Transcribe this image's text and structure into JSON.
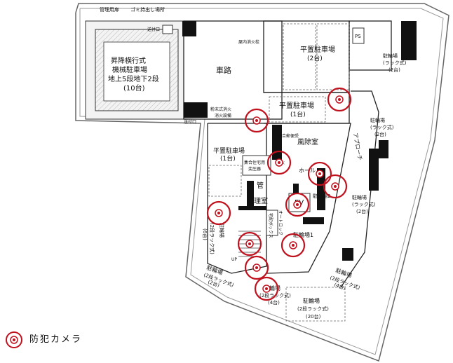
{
  "labels": {
    "kanri_yoko": "管理用扉",
    "gomi": "ゴミ持出し場所",
    "sofu": "送付口",
    "ps": "PS",
    "kikai_1": "昇降横行式",
    "kikai_2": "機械駐車場",
    "kikai_3": "地上5段地下2段",
    "kikai_4": "(10台)",
    "shakoro": "車路",
    "okunai": "屋内消火栓",
    "heichi_1_a": "平置駐車場",
    "heichi_1_b": "(2台)",
    "heichi_2_a": "平置駐車場",
    "heichi_2_b": "(1台)",
    "heichi_3_a": "平置駐車場",
    "heichi_3_b": "(1台)",
    "churin_r1_a": "駐輪場",
    "churin_r1_b": "(ラック式)",
    "churin_r1_c": "(2台)",
    "churin_r2_a": "駐輪場",
    "churin_r2_b": "(ラック式)",
    "churin_r2_c": "(2台)",
    "churin_r3_a": "駐輪場",
    "churin_r3_b": "(ラック式)",
    "churin_r3_c": "(2台)",
    "approach": "アプローチ",
    "fujoshitsu": "風除室",
    "shugo_post": "集合郵便受",
    "hall": "ホール",
    "shugo_jutaku": "集合住宅用",
    "henatsuki": "変圧器",
    "shoka": "消火",
    "kanrishitsu_a": "管",
    "kanrishitsu_b": "理室",
    "ev": "EV",
    "churin_2": "駐輪場2",
    "churin_1": "駐輪場1",
    "auto_lock": "オートロック",
    "takuhai": "宅配ボックス",
    "up": "UP",
    "churin_l_a": "駐輪場",
    "churin_l_b": "(2段ラック式)",
    "churin_l_c": "(6台)",
    "churin_b1_a": "駐輪場",
    "churin_b1_b": "(2段ラック式)",
    "churin_b1_c": "(2台)",
    "churin_b2_a": "駐輪場",
    "churin_b2_b": "(2段ラック式)",
    "churin_b2_c": "(4台)",
    "churin_b3_a": "駐輪場",
    "churin_b3_b": "(2段ラック式)",
    "churin_b3_c": "(20台)",
    "churin_b4_a": "駐輪場",
    "churin_b4_b": "(2段ラック式)",
    "churin_b4_c": "(4台)",
    "funmatsu_a": "粉末式消火",
    "funmatsu_b": "消火設備",
    "sofu_2": "送付口"
  },
  "legend": {
    "label": "防犯カメラ",
    "camera_color": "#c0121e"
  },
  "camera_count": 11,
  "icons": [
    "security-camera-icon"
  ]
}
